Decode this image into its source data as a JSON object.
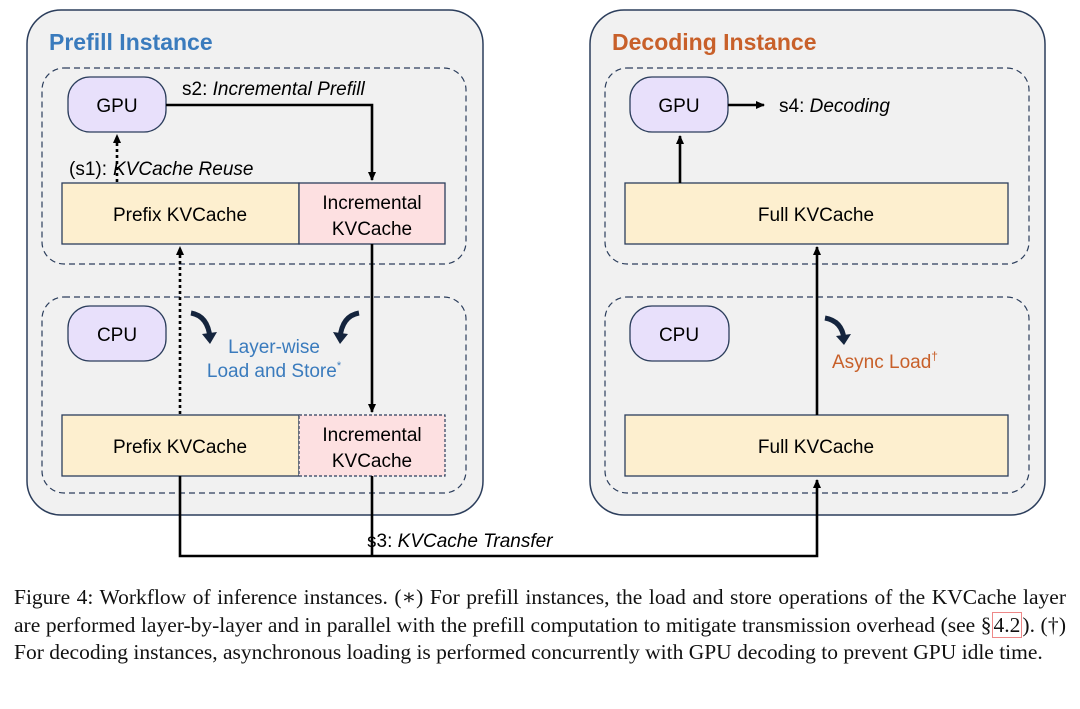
{
  "prefill": {
    "title": "Prefill Instance",
    "title_color": "#3a7bbd",
    "gpu_label": "GPU",
    "cpu_label": "CPU",
    "gpu_prefix_label": "Prefix KVCache",
    "gpu_incremental_line1": "Incremental",
    "gpu_incremental_line2": "KVCache",
    "cpu_prefix_label": "Prefix KVCache",
    "cpu_incremental_line1": "Incremental",
    "cpu_incremental_line2": "KVCache",
    "s1_prefix": "(s1):",
    "s1_text": "KVCache Reuse",
    "s2_prefix": "s2:",
    "s2_text": "Incremental Prefill",
    "layerwise_line1": "Layer-wise",
    "layerwise_line2": "Load and Store",
    "layerwise_mark": "*",
    "layerwise_color": "#3a7bbd"
  },
  "decoding": {
    "title": "Decoding Instance",
    "title_color": "#c8602a",
    "gpu_label": "GPU",
    "cpu_label": "CPU",
    "gpu_full_label": "Full KVCache",
    "cpu_full_label": "Full KVCache",
    "s4_prefix": "s4:",
    "s4_text": "Decoding",
    "async_text": "Async Load",
    "async_mark": "†",
    "async_color": "#c8602a"
  },
  "transfer": {
    "s3_prefix": "s3:",
    "s3_text": "KVCache Transfer"
  },
  "colors": {
    "instance_fill": "#f1f1f1",
    "instance_stroke": "#2c3e5c",
    "device_fill": "#e8e0fb",
    "prefix_fill": "#fdefcf",
    "incremental_fill": "#fde0e1"
  },
  "caption": {
    "part1": "Figure 4: Workflow of inference instances. (∗) For prefill instances, the load and store operations of the KVCache layer are performed layer-by-layer and in parallel with the prefill computation to mitigate transmission overhead (see §",
    "ref": "4.2",
    "part2": "). (†) For decoding instances, asynchronous loading is performed concurrently with GPU decoding to prevent GPU idle time."
  }
}
